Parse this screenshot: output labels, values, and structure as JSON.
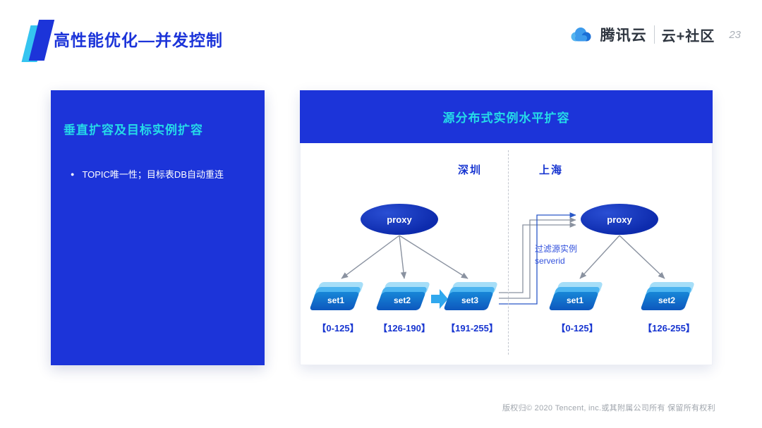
{
  "slide": {
    "title": "高性能优化—并发控制",
    "page_number": "23",
    "brand": {
      "tencent_cloud": "腾讯云",
      "community": "云+社区"
    },
    "footer": "版权归© 2020 Tencent, inc.或其附属公司所有 保留所有权利"
  },
  "left_panel": {
    "title": "垂直扩容及目标实例扩容",
    "bullets": [
      {
        "text": "TOPIC唯一性；目标表DB自动重连"
      }
    ]
  },
  "right_panel": {
    "title": "源分布式实例水平扩容",
    "regions": {
      "left": {
        "name": "深圳",
        "proxy_label": "proxy",
        "nodes": [
          {
            "label": "set1",
            "range": "【0-125】"
          },
          {
            "label": "set2",
            "range": "【126-190】"
          },
          {
            "label": "set3",
            "range": "【191-255】"
          }
        ]
      },
      "right": {
        "name": "上海",
        "proxy_label": "proxy",
        "nodes": [
          {
            "label": "set1",
            "range": "【0-125】"
          },
          {
            "label": "set2",
            "range": "【126-255】"
          }
        ]
      }
    },
    "annotation": {
      "line1": "过滤源实例",
      "line2": "serverid"
    }
  },
  "colors": {
    "primary_blue": "#1c34d9",
    "cyan": "#25dbe8",
    "proxy_blue": "#0d2bad",
    "node_blue": "#1787d8",
    "label_blue": "#1634d0",
    "arrow_gray": "#8a92a0",
    "link_blue": "#2a58c8"
  }
}
